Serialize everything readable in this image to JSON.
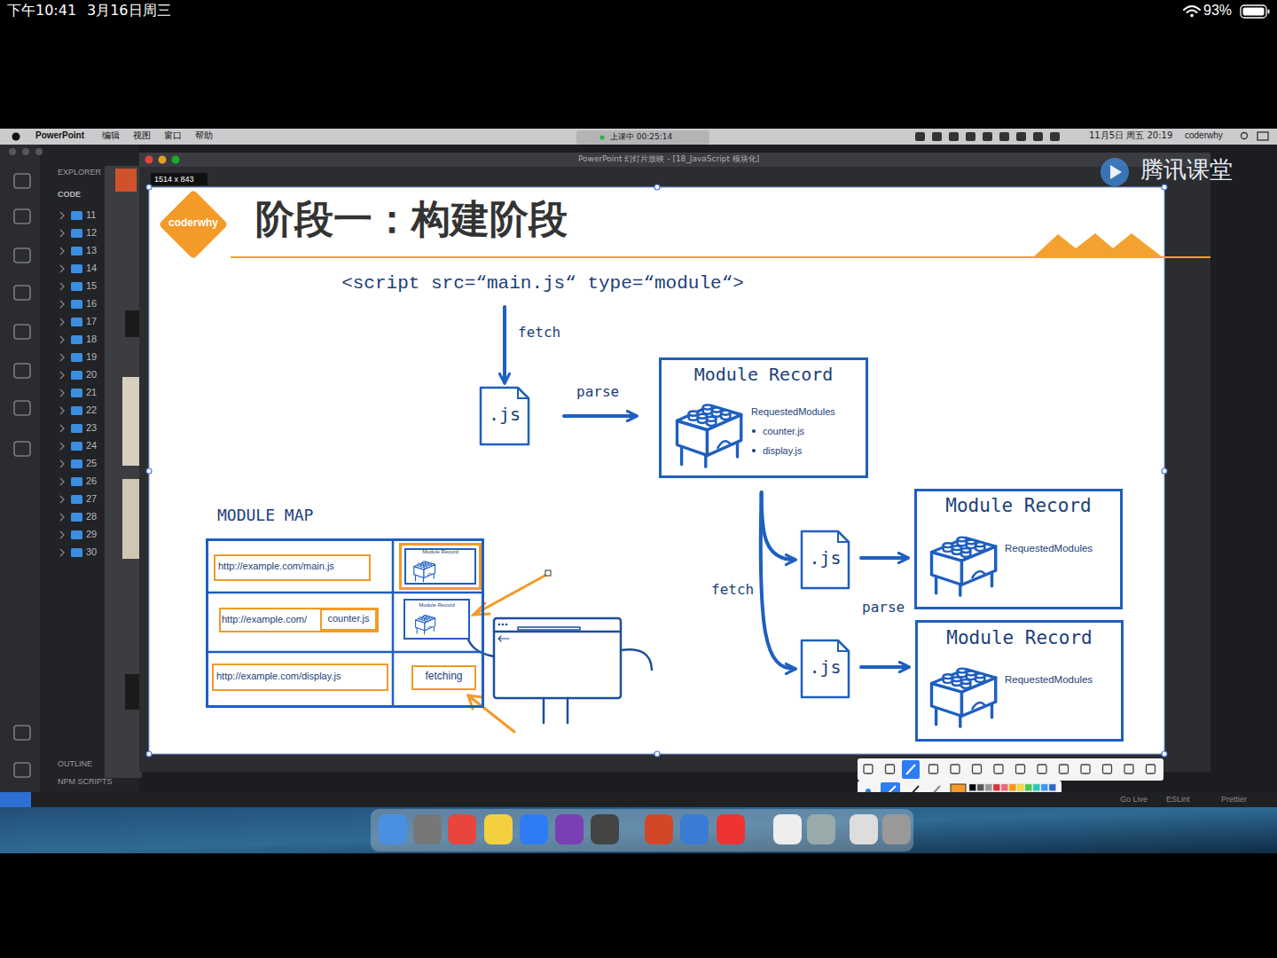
{
  "diagram": {
    "title": "阶段一：构建阶段",
    "nodes": [
      {
        "text": [
          "coderwhy"
        ]
      },
      {
        "text": [
          "<script src=“main.js“ type=“module“>"
        ]
      },
      {
        "text": [
          ".js"
        ]
      },
      {
        "text": [
          "Module Record",
          "RequestedModules",
          "counter.js",
          "display.js"
        ]
      },
      {
        "text": [
          ".js"
        ]
      },
      {
        "text": [
          ".js"
        ]
      },
      {
        "text": [
          "Module Record",
          "RequestedModules"
        ]
      },
      {
        "text": [
          "Module Record",
          "RequestedModules"
        ]
      },
      {
        "text": [
          "MODULE MAP"
        ]
      },
      {
        "text": [
          "http://example.com/main.js"
        ],
        "in": 8
      },
      {
        "text": [
          "Module Record"
        ],
        "in": 8
      },
      {
        "text": [
          "http://example.com/"
        ],
        "in": 8
      },
      {
        "text": [
          "counter.js"
        ],
        "in": 11
      },
      {
        "text": [
          "Module Record"
        ],
        "in": 8
      },
      {
        "text": [
          "http://example.com/display.js"
        ],
        "in": 8
      },
      {
        "text": [
          "fetching"
        ],
        "in": 8
      }
    ],
    "edges": [
      {
        "from": 1,
        "to": 2,
        "label": "fetch",
        "arrow": "to"
      },
      {
        "from": 2,
        "to": 3,
        "label": "parse",
        "arrow": "to"
      },
      {
        "from": 3,
        "to": 4,
        "label": "fetch",
        "arrow": "to"
      },
      {
        "from": 3,
        "to": 5,
        "arrow": "to"
      },
      {
        "from": 4,
        "to": 6,
        "label": "parse",
        "arrow": "to"
      },
      {
        "from": 5,
        "to": 7,
        "arrow": "to"
      }
    ],
    "labels": [
      "下午10:41",
      "3月16日周三",
      "93%",
      "PowerPoint",
      "编辑",
      "视图",
      "窗口",
      "帮助",
      "上课中 00:25:14",
      "11月5日 周五 20:19",
      "coderwhy",
      "PowerPoint 幻灯片放映 - [18_JavaScript 模块化]",
      "EXPLORER",
      "CODE",
      "11",
      "12",
      "13",
      "14",
      "15",
      "16",
      "17",
      "18",
      "19",
      "20",
      "21",
      "22",
      "23",
      "24",
      "25",
      "26",
      "27",
      "28",
      "29",
      "30",
      "OUTLINE",
      "NPM SCRIPTS",
      "Go Live",
      "ESLint",
      "Prettier",
      "1514 x 843",
      "腾讯课堂"
    ]
  }
}
